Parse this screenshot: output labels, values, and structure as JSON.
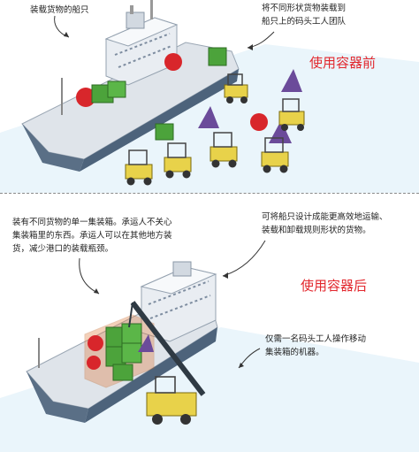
{
  "before": {
    "title": "使用容器前",
    "caption_ship": "装载货物的船只",
    "caption_team": "将不同形状货物装载到\n船只上的码头工人团队"
  },
  "after": {
    "title": "使用容器后",
    "caption_container": "装有不同货物的单一集装箱。承运人不关心\n集装箱里的东西。承运人可以在其他地方装\n货，减少港口的装载瓶颈。",
    "caption_ship": "可将船只设计成能更高效地运输、\n装载和卸载规则形状的货物。",
    "caption_worker": "仅需一名码头工人操作移动\n集装箱的机器。"
  },
  "colors": {
    "title_red": "#e2272d",
    "hull": "#dfe4ea",
    "cargo_green": "#4ca33b",
    "cargo_red": "#d8262b",
    "cargo_purple": "#6b4b9a",
    "forklift_yellow": "#e8d24a",
    "water": "#cfe9f7"
  }
}
